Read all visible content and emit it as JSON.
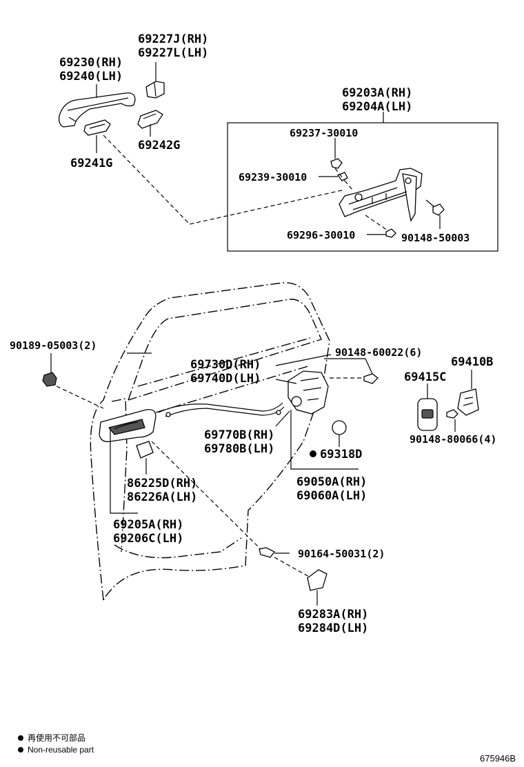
{
  "labels": {
    "p69227": {
      "rh": "69227J(RH)",
      "lh": "69227L(LH)"
    },
    "p69230": {
      "rh": "69230(RH)",
      "lh": "69240(LH)"
    },
    "p69242": "69242G",
    "p69241": "69241G",
    "p69203": {
      "rh": "69203A(RH)",
      "lh": "69204A(LH)"
    },
    "p69237": "69237-30010",
    "p69239": "69239-30010",
    "p69296": "69296-30010",
    "p90148a": "90148-50003",
    "p90189": "90189-05003(2)",
    "p69730": {
      "rh": "69730D(RH)",
      "lh": "69740D(LH)"
    },
    "p90148b": "90148-60022(6)",
    "p69410": "69410B",
    "p69415": "69415C",
    "p69770": {
      "rh": "69770B(RH)",
      "lh": "69780B(LH)"
    },
    "p69318": "69318D",
    "p90148c": "90148-80066(4)",
    "p86225": {
      "rh": "86225D(RH)",
      "lh": "86226A(LH)"
    },
    "p69050": {
      "rh": "69050A(RH)",
      "lh": "69060A(LH)"
    },
    "p69205": {
      "rh": "69205A(RH)",
      "lh": "69206C(LH)"
    },
    "p90164": "90164-50031(2)",
    "p69283": {
      "rh": "69283A(RH)",
      "lh": "69284D(LH)"
    }
  },
  "legend": {
    "jp": "再使用不可部品",
    "en": "Non-reusable part"
  },
  "diagram_code": "675946B"
}
